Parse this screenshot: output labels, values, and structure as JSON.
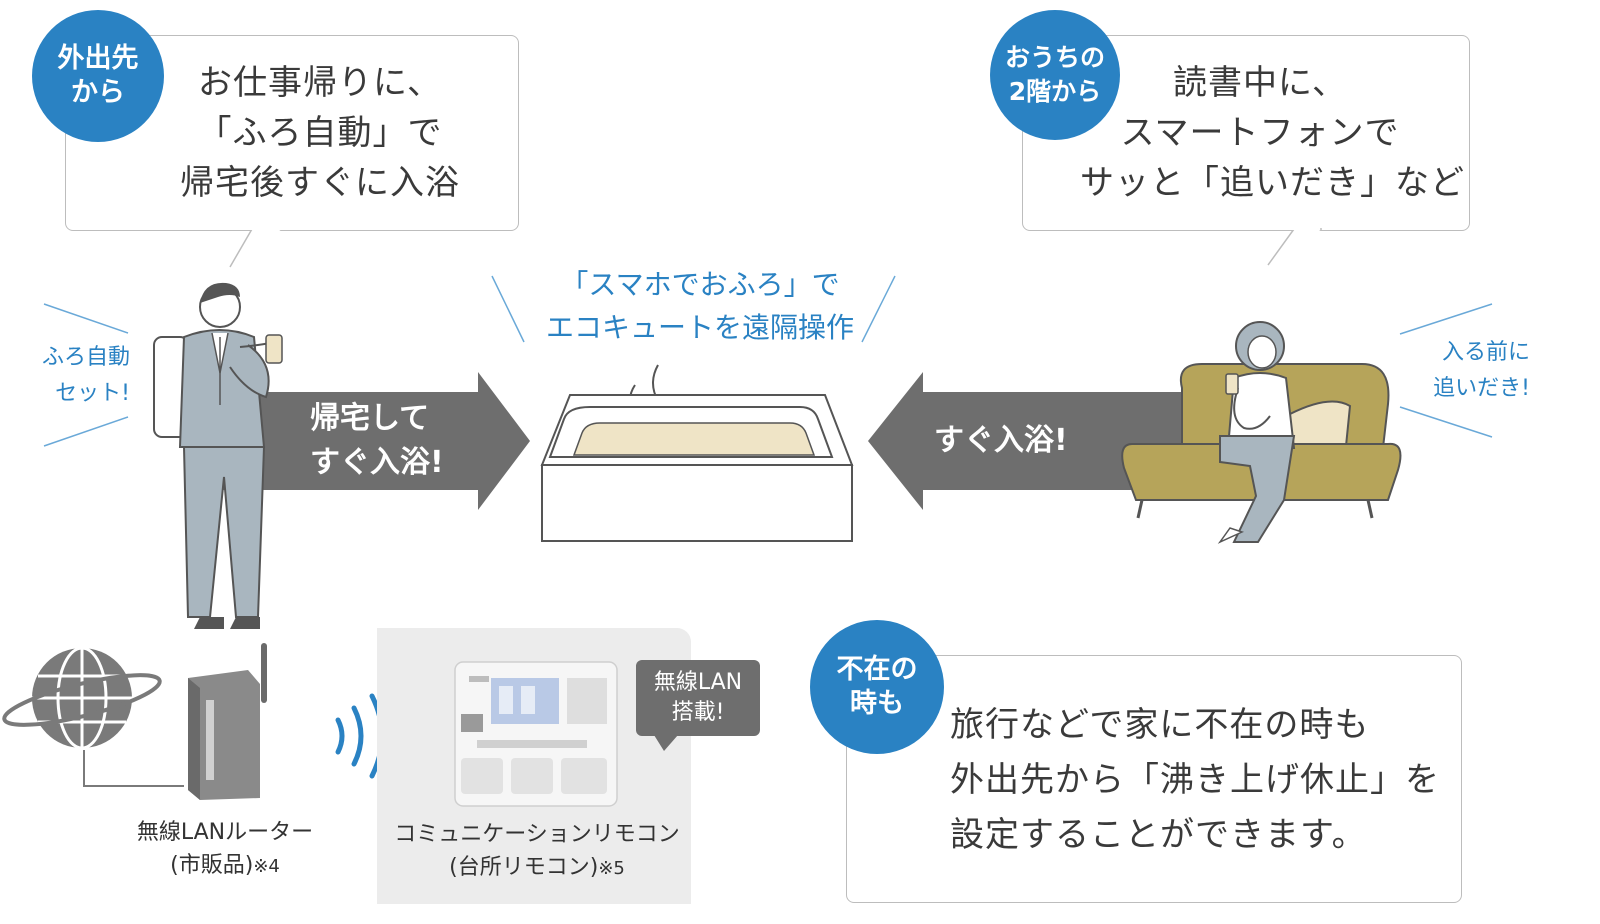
{
  "left_bubble": {
    "badge": "外出先\nから",
    "lines": [
      "お仕事帰りに、",
      "「ふろ自動」で",
      "帰宅後すぐに入浴"
    ]
  },
  "right_bubble": {
    "badge": "おうちの\n2階から",
    "lines": [
      "読書中に、",
      "スマートフォンで",
      "サッと「追いだき」など"
    ]
  },
  "center_title": [
    "「スマホでおふろ」で",
    "エコキュートを遠隔操作"
  ],
  "left_shout": "ふろ自動\nセット!",
  "right_shout": "入る前に\n追いだき!",
  "left_arrow": "帰宅して\nすぐ入浴!",
  "right_arrow": "すぐ入浴!",
  "router": {
    "line1": "無線LANルーター",
    "line2": "(市販品)",
    "note": "※4"
  },
  "remote": {
    "line1": "コミュニケーションリモコン",
    "line2": "(台所リモコン)",
    "note": "※5",
    "tag": "無線LAN\n搭載!"
  },
  "absent_bubble": {
    "badge": "不在の\n時も",
    "lines": [
      "旅行などで家に不在の時も",
      "外出先から「沸き上げ休止」を",
      "設定することができます。"
    ]
  },
  "colors": {
    "accent_blue": "#2a82c3",
    "arrow_gray": "#6e6e6e",
    "figure_gray": "#a9b6bf",
    "sofa_olive": "#b6a45a",
    "water_beige": "#efe4c6"
  }
}
